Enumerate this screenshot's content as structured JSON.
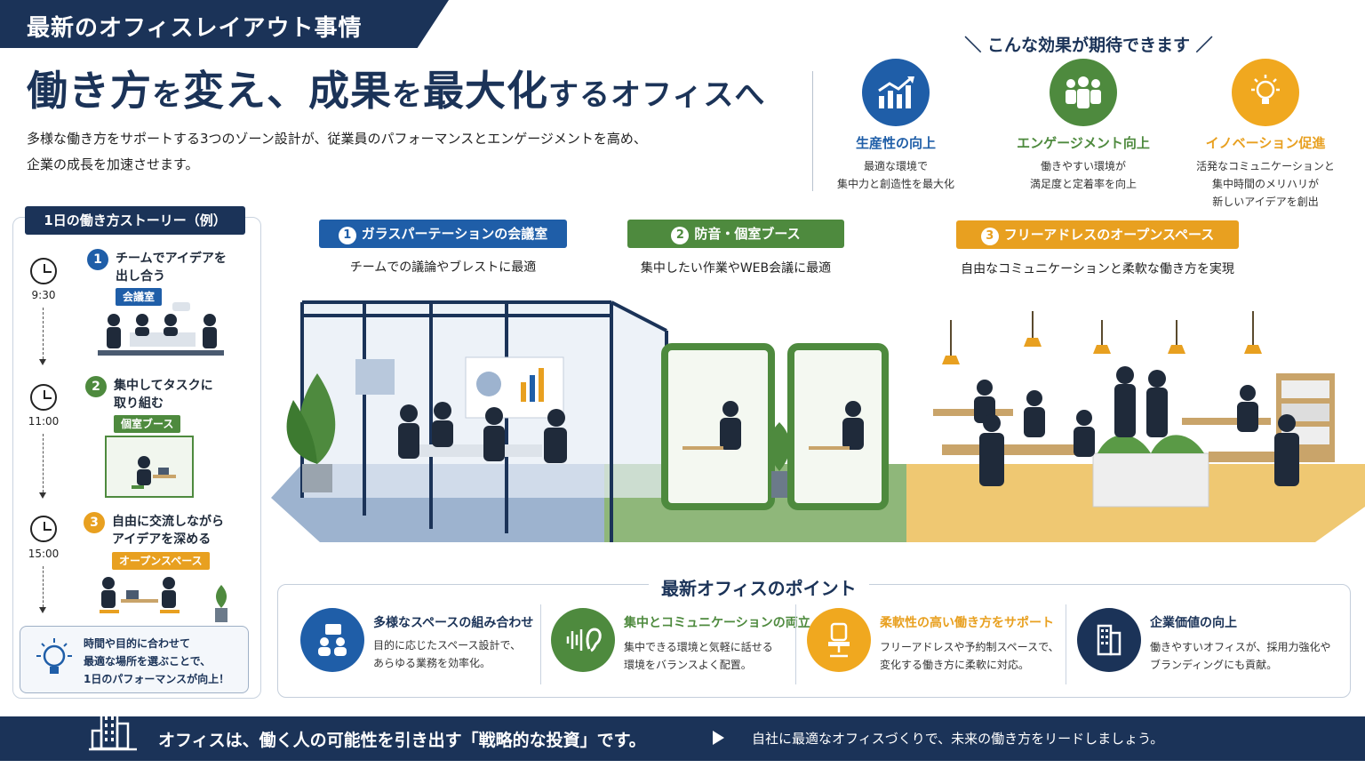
{
  "banner": {
    "title": "最新のオフィスレイアウト事情"
  },
  "headline": {
    "p1": "働き方",
    "p2": "を",
    "p3": "変え、成果",
    "p4": "を",
    "p5": "最大化",
    "p6": "するオフィスへ"
  },
  "lead": {
    "line1": "多様な働き方をサポートする3つのゾーン設計が、従業員のパフォーマンスとエンゲージメントを高め、",
    "line2": "企業の成長を加速させます。"
  },
  "effects": {
    "title": "＼ こんな効果が期待できます ／",
    "items": [
      {
        "title": "生産性の向上",
        "line1": "最適な環境で",
        "line2": "集中力と創造性を最大化",
        "line3": "",
        "color": "#1f5ea8",
        "icon": "chart-up-icon"
      },
      {
        "title": "エンゲージメント向上",
        "line1": "働きやすい環境が",
        "line2": "満足度と定着率を向上",
        "line3": "",
        "color": "#4e8a3e",
        "icon": "people-icon"
      },
      {
        "title": "イノベーション促進",
        "line1": "活発なコミュニケーションと",
        "line2": "集中時間のメリハリが",
        "line3": "新しいアイデアを創出",
        "color": "#e8a020",
        "icon": "lightbulb-icon"
      }
    ]
  },
  "story": {
    "title": "1日の働き方ストーリー（例）",
    "steps": [
      {
        "num": "1",
        "time": "9:30",
        "line1": "チームでアイデアを",
        "line2": "出し合う",
        "tag": "会議室",
        "color": "#1f5ea8"
      },
      {
        "num": "2",
        "time": "11:00",
        "line1": "集中してタスクに",
        "line2": "取り組む",
        "tag": "個室ブース",
        "color": "#4e8a3e"
      },
      {
        "num": "3",
        "time": "15:00",
        "line1": "自由に交流しながら",
        "line2": "アイデアを深める",
        "tag": "オープンスペース",
        "color": "#e8a020"
      }
    ],
    "tip": {
      "line1": "時間や目的に合わせて",
      "line2": "最適な場所を選ぶことで、",
      "line3": "1日のパフォーマンスが向上！"
    }
  },
  "zones": [
    {
      "num": "1",
      "label": "ガラスパーテーションの会議室",
      "desc": "チームでの議論やブレストに最適",
      "color": "#1f5ea8"
    },
    {
      "num": "2",
      "label": "防音・個室ブース",
      "desc": "集中したい作業やWEB会議に最適",
      "color": "#4e8a3e"
    },
    {
      "num": "3",
      "label": "フリーアドレスのオープンスペース",
      "desc": "自由なコミュニケーションと柔軟な働き方を実現",
      "color": "#e8a020"
    }
  ],
  "points": {
    "title": "最新オフィスのポイント",
    "items": [
      {
        "title": "多様なスペースの組み合わせ",
        "line1": "目的に応じたスペース設計で、",
        "line2": "あらゆる業務を効率化。",
        "color": "#1f5ea8",
        "title_color": "#1b3358",
        "icon": "chat-people-icon"
      },
      {
        "title": "集中とコミュニケーションの両立",
        "line1": "集中できる環境と気軽に話せる",
        "line2": "環境をバランスよく配置。",
        "color": "#4e8a3e",
        "title_color": "#4e8a3e",
        "icon": "ear-sound-icon"
      },
      {
        "title": "柔軟性の高い働き方をサポート",
        "line1": "フリーアドレスや予約制スペースで、",
        "line2": "変化する働き方に柔軟に対応。",
        "color": "#e8a020",
        "title_color": "#e8a020",
        "icon": "chair-icon"
      },
      {
        "title": "企業価値の向上",
        "line1": "働きやすいオフィスが、採用力強化や",
        "line2": "ブランディングにも貢献。",
        "color": "#1b3358",
        "title_color": "#1b3358",
        "icon": "building-icon"
      }
    ]
  },
  "footer": {
    "main": "オフィスは、働く人の可能性を引き出す「戦略的な投資」です。",
    "sub": "自社に最適なオフィスづくりで、未来の働き方をリードしましょう。"
  }
}
